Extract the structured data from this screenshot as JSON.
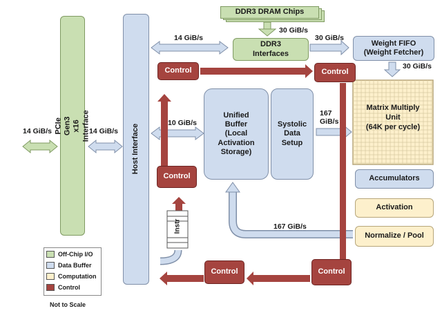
{
  "blocks": {
    "ddr3_chips": "DDR3 DRAM Chips",
    "ddr3_interfaces": "DDR3 Interfaces",
    "weight_fifo_line1": "Weight FIFO",
    "weight_fifo_line2": "(Weight Fetcher)",
    "pcie_interface": "PCIe Gen3 x16 Interface",
    "host_interface": "Host Interface",
    "unified_buffer_line1": "Unified",
    "unified_buffer_line2": "Buffer",
    "unified_buffer_line3": "(Local",
    "unified_buffer_line4": "Activation",
    "unified_buffer_line5": "Storage)",
    "systolic_line1": "Systolic",
    "systolic_line2": "Data",
    "systolic_line3": "Setup",
    "mmu_line1": "Matrix Multiply",
    "mmu_line2": "Unit",
    "mmu_line3": "(64K per cycle)",
    "accumulators": "Accumulators",
    "activation": "Activation",
    "normalize_pool": "Normalize / Pool",
    "control": "Control",
    "instr": "Instr"
  },
  "bandwidths": {
    "ddr3_to_interfaces": "30 GiB/s",
    "host_to_ddr3": "14 GiB/s",
    "ddr3_to_weight_fifo": "30 GiB/s",
    "weight_fifo_to_mmu": "30 GiB/s",
    "offchip_to_pcie": "14 GiB/s",
    "pcie_to_host": "14 GiB/s",
    "host_to_buffer": "10 GiB/s",
    "systolic_to_mmu_line1": "167",
    "systolic_to_mmu_line2": "GiB/s",
    "feedback_to_buffer": "167 GiB/s"
  },
  "legend": {
    "offchip": "Off-Chip I/O",
    "data_buffer": "Data Buffer",
    "computation": "Computation",
    "control": "Control",
    "note": "Not to Scale"
  },
  "colors": {
    "offchip": "#c9dfb2",
    "data_buffer": "#cfdcee",
    "computation": "#fdf0cc",
    "control": "#a5443f"
  }
}
